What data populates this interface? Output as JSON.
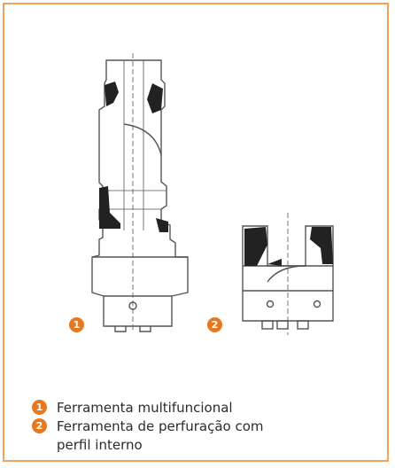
{
  "figure": {
    "tool1_badge": "1",
    "tool2_badge": "2"
  },
  "legend": {
    "items": [
      {
        "number": "1",
        "lines": [
          "Ferramenta multifuncional"
        ]
      },
      {
        "number": "2",
        "lines": [
          "Ferramenta de perfuração com",
          "perfil interno"
        ]
      }
    ]
  },
  "colors": {
    "accent": "#e8781e",
    "border": "#f2a25a",
    "text": "#2b2b2b"
  }
}
